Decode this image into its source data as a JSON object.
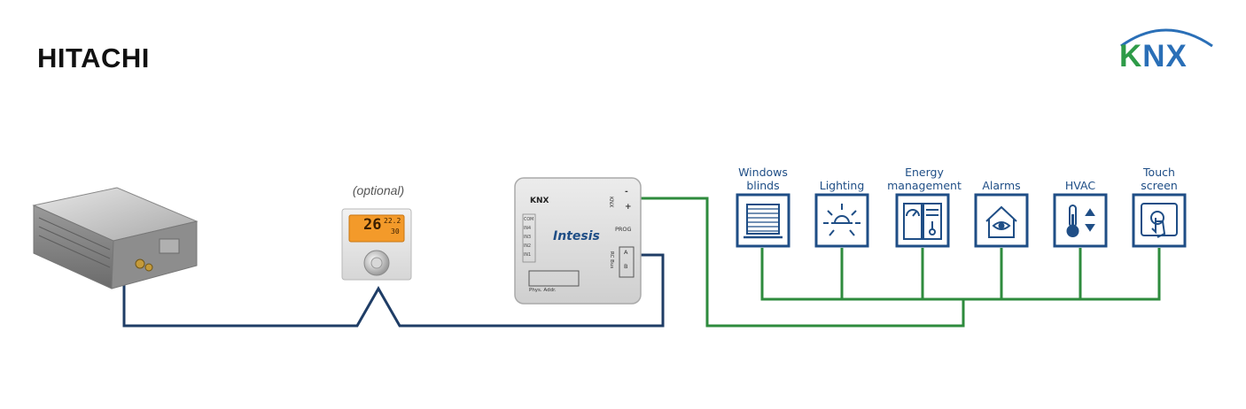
{
  "brand": {
    "left_logo": "HITACHI",
    "right_logo": "KNX"
  },
  "thermostat": {
    "optional_label": "(optional)",
    "display_temp": "26",
    "display_small_1": "22.2",
    "display_small_2": "30"
  },
  "gateway": {
    "knx_badge": "KNX",
    "brand": "Intesis",
    "ports_left": [
      "COM",
      "IN4",
      "IN3",
      "IN2",
      "IN1"
    ],
    "knx_port_label": "KNX",
    "knx_minus": "-",
    "knx_plus": "+",
    "prog_label": "PROG",
    "rc_bus_label": "RC Bus",
    "rc_a": "A",
    "rc_b": "B",
    "phys_addr_label": "Phys. Addr."
  },
  "devices": [
    {
      "key": "windows-blinds",
      "line1": "Windows",
      "line2": "blinds",
      "icon": "blinds-icon"
    },
    {
      "key": "lighting",
      "line1": "",
      "line2": "Lighting",
      "icon": "light-bulb-icon"
    },
    {
      "key": "energy-management",
      "line1": "Energy",
      "line2": "management",
      "icon": "energy-meter-icon"
    },
    {
      "key": "alarms",
      "line1": "",
      "line2": "Alarms",
      "icon": "house-eye-icon"
    },
    {
      "key": "hvac",
      "line1": "",
      "line2": "HVAC",
      "icon": "thermometer-icon"
    },
    {
      "key": "touch-screen",
      "line1": "Touch",
      "line2": "screen",
      "icon": "touch-screen-icon"
    }
  ],
  "colors": {
    "bus_ac": "#1f3d66",
    "bus_knx": "#2e8b3d",
    "icon_blue": "#1f4e86",
    "knx_green": "#2e9b48",
    "knx_blue": "#2a6fb7"
  }
}
